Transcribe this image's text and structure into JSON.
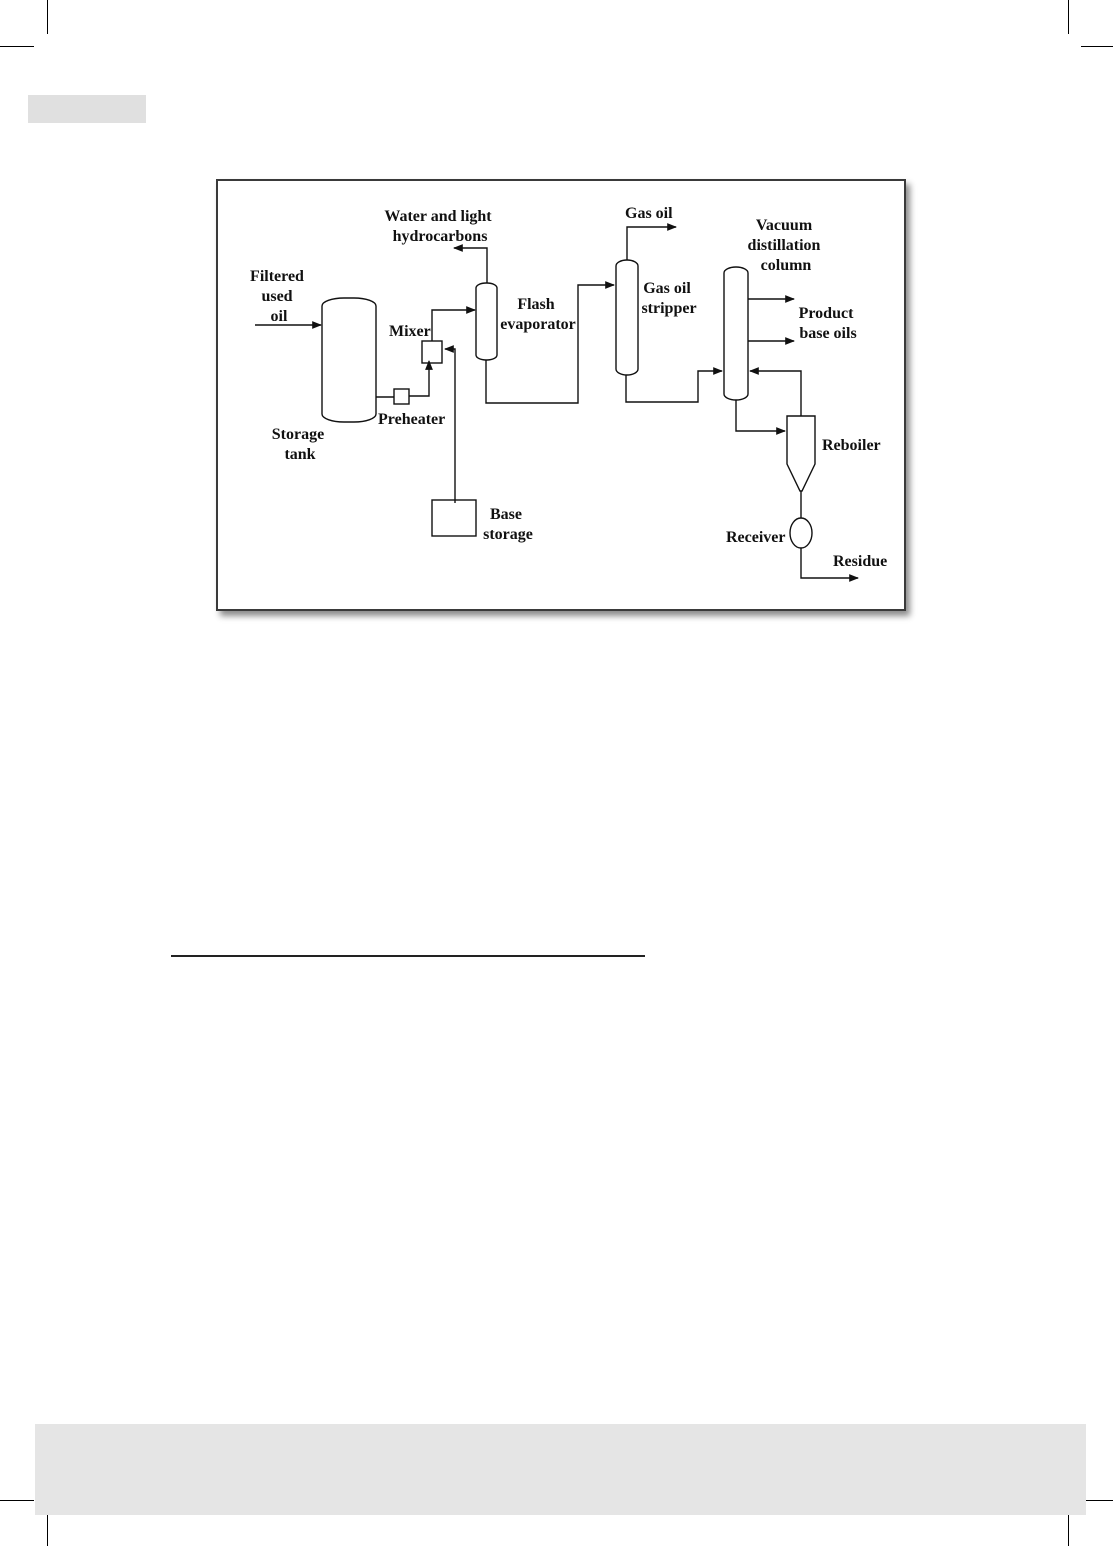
{
  "diagram": {
    "labels": {
      "filtered_used_oil": [
        "Filtered",
        "used",
        "oil"
      ],
      "storage_tank": [
        "Storage",
        "tank"
      ],
      "preheater": "Preheater",
      "mixer": "Mixer",
      "base_storage": [
        "Base",
        "storage"
      ],
      "water_light_hc": [
        "Water and light",
        "hydrocarbons"
      ],
      "flash_evaporator": [
        "Flash",
        "evaporator"
      ],
      "gas_oil": "Gas oil",
      "gas_oil_stripper": [
        "Gas oil",
        "stripper"
      ],
      "vacuum_column": [
        "Vacuum",
        "distillation",
        "column"
      ],
      "product_base_oils": [
        "Product",
        "base oils"
      ],
      "reboiler": "Reboiler",
      "receiver": "Receiver",
      "residue": "Residue"
    }
  }
}
